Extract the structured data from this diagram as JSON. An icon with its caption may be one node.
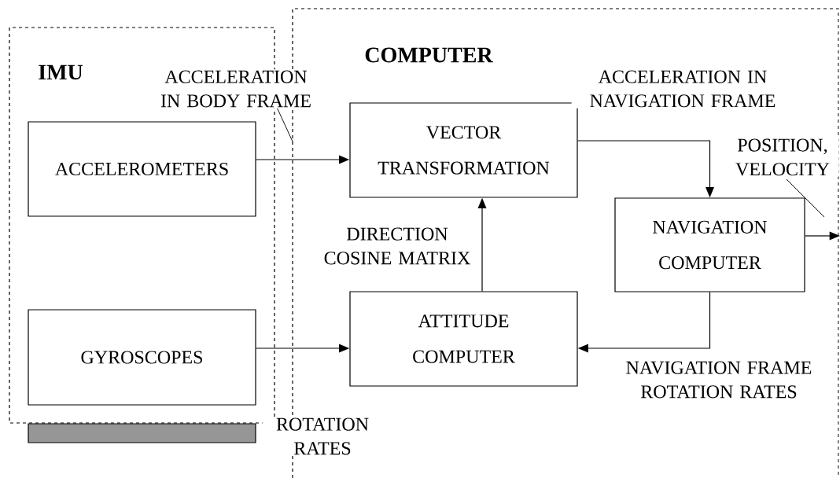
{
  "diagram": {
    "nodes": [
      {
        "text": [
          "IMU"
        ]
      },
      {
        "text": [
          "ACCELEROMETERS"
        ],
        "in": 0
      },
      {
        "text": [
          "GYROSCOPES"
        ],
        "in": 0
      },
      {
        "text": [
          "COMPUTER"
        ]
      },
      {
        "text": [
          "VECTOR TRANSFORMATION"
        ],
        "in": 3
      },
      {
        "text": [
          "ATTITUDE COMPUTER"
        ],
        "in": 3
      },
      {
        "text": [
          "NAVIGATION COMPUTER"
        ],
        "in": 3
      },
      {
        "text": [],
        "shape": "bar"
      }
    ],
    "edges": [
      {
        "from": 1,
        "to": 4,
        "arrow": "to",
        "label": "ACCELERATION IN BODY FRAME"
      },
      {
        "from": 4,
        "to": 6,
        "arrow": "to",
        "label": "ACCELERATION IN NAVIGATION FRAME"
      },
      {
        "from": 5,
        "to": 4,
        "arrow": "to",
        "label": "DIRECTION COSINE MATRIX"
      },
      {
        "from": 6,
        "to": 5,
        "arrow": "to",
        "label": "NAVIGATION FRAME ROTATION RATES"
      },
      {
        "from": 2,
        "to": 5,
        "arrow": "to",
        "label": "ROTATION RATES"
      },
      {
        "from": 6,
        "to": null,
        "arrow": "to",
        "label": "POSITION, VELOCITY"
      }
    ]
  }
}
